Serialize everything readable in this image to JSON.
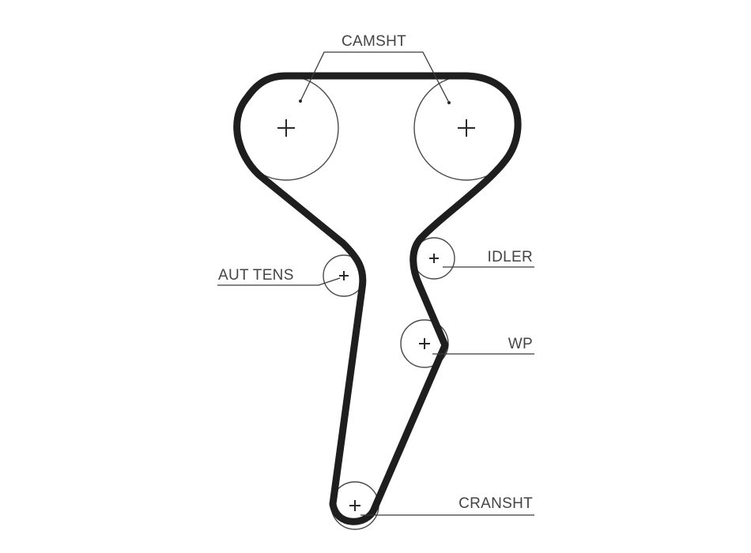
{
  "colors": {
    "background": "#ffffff",
    "belt": "#1e1e1e",
    "lines": "#3a3a3a",
    "text": "#444444"
  },
  "labels": {
    "camshaft": "CAMSHT",
    "tensioner": "AUT TENS",
    "idler": "IDLER",
    "water_pump": "WP",
    "crankshaft": "CRANSHT"
  }
}
